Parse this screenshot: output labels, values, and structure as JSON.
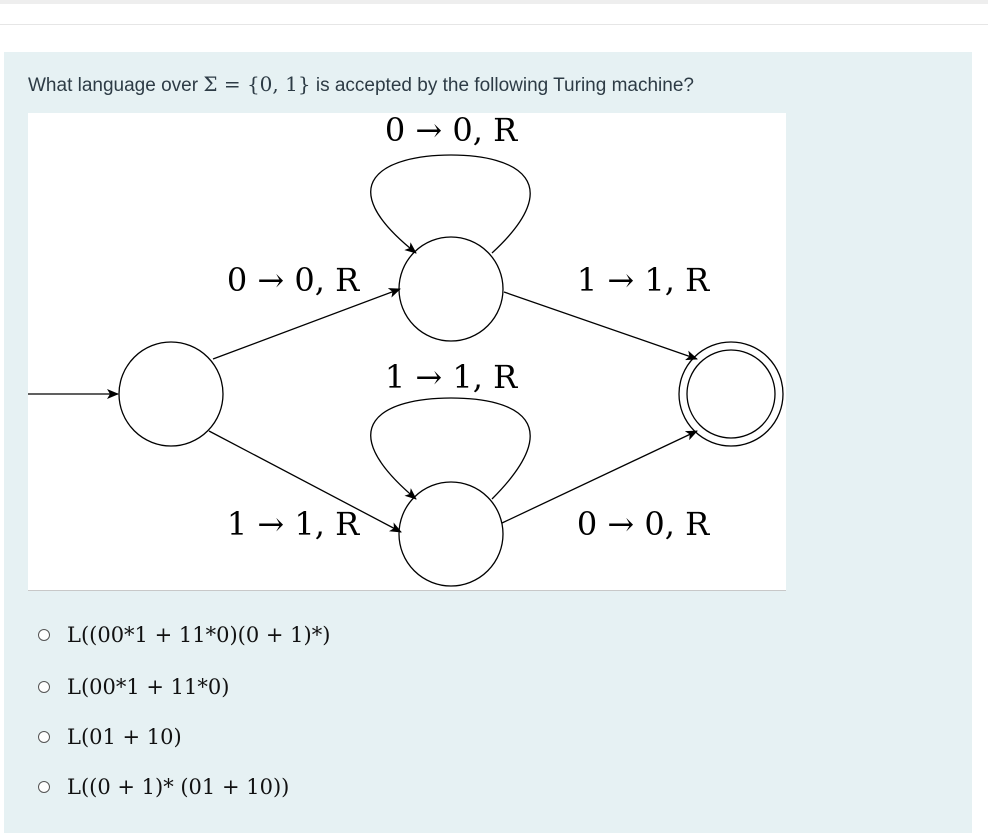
{
  "question": {
    "text_before": "What language over ",
    "math": "Σ = {0, 1}",
    "text_after": " is accepted by the following Turing machine?"
  },
  "diagram": {
    "states": [
      {
        "id": "start",
        "accepting": false,
        "initial": true
      },
      {
        "id": "top",
        "accepting": false,
        "initial": false
      },
      {
        "id": "bottom",
        "accepting": false,
        "initial": false
      },
      {
        "id": "accept",
        "accepting": true,
        "initial": false
      }
    ],
    "transitions": [
      {
        "from": "top",
        "to": "top",
        "label": "0 → 0, R"
      },
      {
        "from": "start",
        "to": "top",
        "label": "0 → 0, R"
      },
      {
        "from": "top",
        "to": "accept",
        "label": "1 → 1, R"
      },
      {
        "from": "bottom",
        "to": "bottom",
        "label": "1 → 1, R"
      },
      {
        "from": "start",
        "to": "bottom",
        "label": "1 → 1, R"
      },
      {
        "from": "bottom",
        "to": "accept",
        "label": "0 → 0, R"
      }
    ]
  },
  "options": [
    {
      "label": "L((00*1 + 11*0)(0 + 1)*)"
    },
    {
      "label": "L(00*1 + 11*0)"
    },
    {
      "label": "L(01 + 10)"
    },
    {
      "label": "L((0 + 1)* (01 + 10))"
    }
  ]
}
